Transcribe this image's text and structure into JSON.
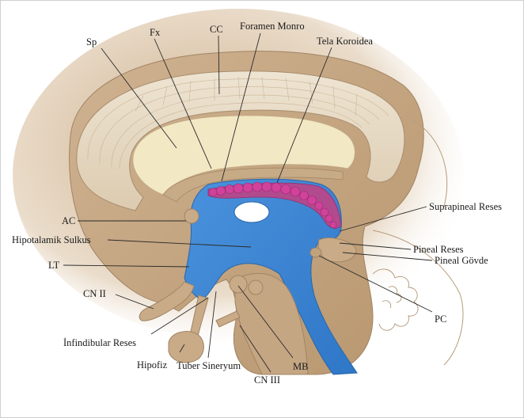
{
  "labels": {
    "sp": "Sp",
    "fx": "Fx",
    "cc": "CC",
    "foramen_monro": "Foramen Monro",
    "tela_koroidea": "Tela Koroidea",
    "ac": "AC",
    "hipotalamik_sulkus": "Hipotalamik Sulkus",
    "lt": "LT",
    "cn2": "CN II",
    "infundibular_reses": "İnfindibular Reses",
    "hipofiz": "Hipofiz",
    "tuber_sineryum": "Tuber Sineryum",
    "cn3": "CN III",
    "mb": "MB",
    "pc": "PC",
    "pineal_govde": "Pineal Gövde",
    "pineal_reses": "Pineal Reses",
    "suprapineal_reses": "Suprapineal Reses"
  },
  "colors": {
    "tissue": "#c9ab88",
    "tissue_dark": "#a98a66",
    "callosum": "#e6d9c2",
    "septum": "#f3e8c4",
    "ventricle": "#3f88d6",
    "choroid": "#c83b8e",
    "background": "#ffffff"
  }
}
